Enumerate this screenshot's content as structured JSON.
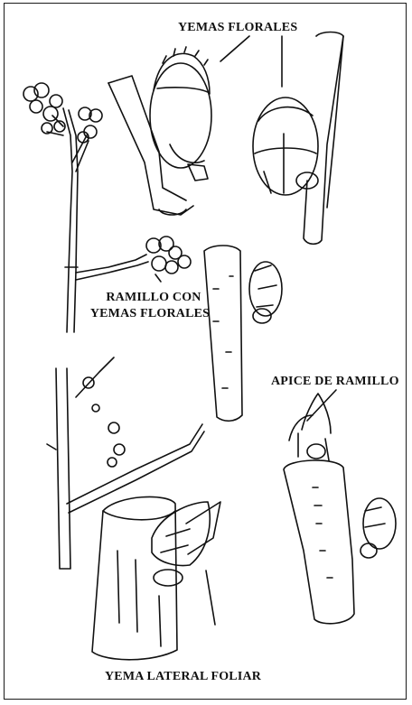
{
  "labels": {
    "yemas_florales": "YEMAS FLORALES",
    "ramillo_line1": "RAMILLO CON",
    "ramillo_line2": "YEMAS FLORALES",
    "apice": "APICE DE RAMILLO",
    "yema_lateral": "YEMA LATERAL FOLIAR"
  },
  "colors": {
    "ink": "#111111",
    "background": "#ffffff"
  }
}
